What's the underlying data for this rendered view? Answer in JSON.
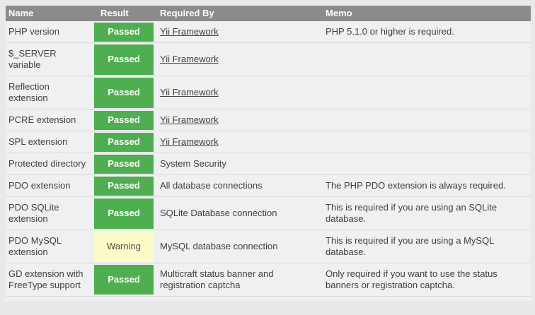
{
  "table": {
    "columns": [
      {
        "key": "name",
        "label": "Name"
      },
      {
        "key": "result",
        "label": "Result"
      },
      {
        "key": "required_by",
        "label": "Required By"
      },
      {
        "key": "memo",
        "label": "Memo"
      }
    ],
    "rows": [
      {
        "name": "PHP version",
        "result": "Passed",
        "result_type": "passed",
        "required_by": "Yii Framework",
        "required_by_link": true,
        "memo": "PHP 5.1.0 or higher is required."
      },
      {
        "name": "$_SERVER variable",
        "result": "Passed",
        "result_type": "passed",
        "required_by": "Yii Framework",
        "required_by_link": true,
        "memo": ""
      },
      {
        "name": "Reflection extension",
        "result": "Passed",
        "result_type": "passed",
        "required_by": "Yii Framework",
        "required_by_link": true,
        "memo": ""
      },
      {
        "name": "PCRE extension",
        "result": "Passed",
        "result_type": "passed",
        "required_by": "Yii Framework",
        "required_by_link": true,
        "memo": ""
      },
      {
        "name": "SPL extension",
        "result": "Passed",
        "result_type": "passed",
        "required_by": "Yii Framework",
        "required_by_link": true,
        "memo": ""
      },
      {
        "name": "Protected directory",
        "result": "Passed",
        "result_type": "passed",
        "required_by": "System Security",
        "required_by_link": false,
        "memo": ""
      },
      {
        "name": "PDO extension",
        "result": "Passed",
        "result_type": "passed",
        "required_by": "All database connections",
        "required_by_link": false,
        "memo": "The PHP PDO extension is always required."
      },
      {
        "name": "PDO SQLite extension",
        "result": "Passed",
        "result_type": "passed",
        "required_by": "SQLite Database connection",
        "required_by_link": false,
        "memo": "This is required if you are using an SQLite database."
      },
      {
        "name": "PDO MySQL extension",
        "result": "Warning",
        "result_type": "warning",
        "required_by": "MySQL database connection",
        "required_by_link": false,
        "memo": "This is required if you are using a MySQL database."
      },
      {
        "name": "GD extension with FreeType support",
        "result": "Passed",
        "result_type": "passed",
        "required_by": "Multicraft status banner and registration captcha",
        "required_by_link": false,
        "memo": "Only required if you want to use the status banners or registration captcha."
      }
    ],
    "colors": {
      "page_bg": "#e9e9eb",
      "row_bg": "#eff0f2",
      "header_bg": "#8b8b8b",
      "header_text": "#ffffff",
      "passed_bg": "#4fae4f",
      "passed_text": "#ffffff",
      "warning_bg": "#fbfbc9",
      "warning_text": "#4b4b41",
      "separator": "#d9dadc",
      "text": "#3f4040"
    }
  }
}
